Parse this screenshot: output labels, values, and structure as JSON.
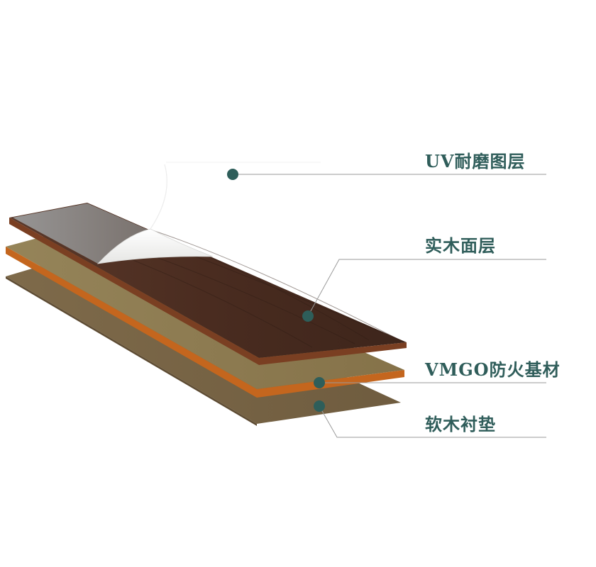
{
  "labels": {
    "uv_layer": "UV耐磨图层",
    "wood_layer": "实木面层",
    "vmgo_layer": "VMGO防火基材",
    "cork_layer": "软木衬垫"
  },
  "colors": {
    "label_text": "#2f5d5a",
    "dot": "#2e5e5a",
    "leader_line": "#9a9a9a",
    "wood_top": "#4a2e22",
    "wood_edge": "#7a3f22",
    "uv_film": "#8f8f8f",
    "uv_curl": "#f4f4f2",
    "vmgo_top": "#8a7850",
    "vmgo_edge": "#c4661e",
    "cork_top": "#776447"
  }
}
